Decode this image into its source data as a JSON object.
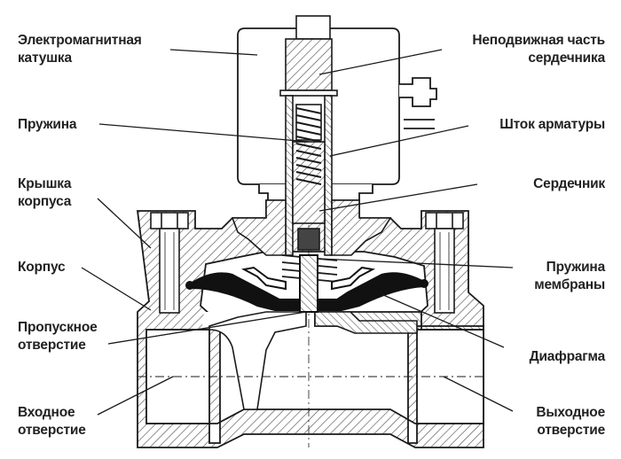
{
  "labels": {
    "coil": "Электромагнитная\nкатушка",
    "fixed_core": "Неподвижная часть\nсердечника",
    "spring": "Пружина",
    "armature_rod": "Шток арматуры",
    "body_cover": "Крышка\nкорпуса",
    "core": "Сердечник",
    "body": "Корпус",
    "membrane_spring": "Пружина\nмембраны",
    "pilot_hole": "Пропускное\nотверстие",
    "diaphragm": "Диафрагма",
    "inlet": "Входное\nотверстие",
    "outlet": "Выходное\nотверстие"
  },
  "colors": {
    "line": "#1a1a1a",
    "hatch": "#555555",
    "diaphragm": "#111111",
    "core_plug": "#444444",
    "fill": "#ffffff",
    "text": "#222222"
  }
}
